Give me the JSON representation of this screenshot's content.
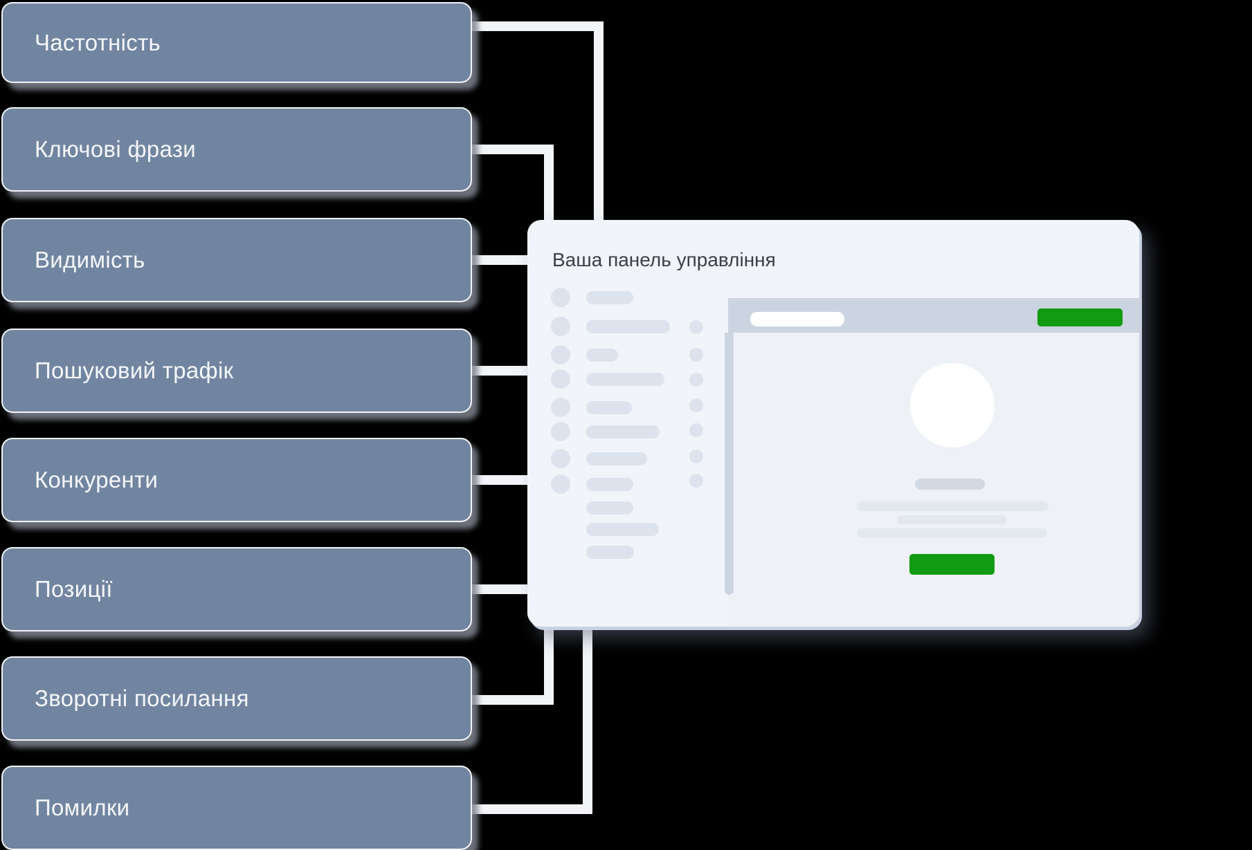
{
  "boxes": [
    {
      "label": "Частотність"
    },
    {
      "label": "Ключові фрази"
    },
    {
      "label": "Видимість"
    },
    {
      "label": "Пошуковий трафік"
    },
    {
      "label": "Конкуренти"
    },
    {
      "label": "Позиції"
    },
    {
      "label": "Зворотні посилання"
    },
    {
      "label": "Помилки"
    }
  ],
  "panel": {
    "title": "Ваша панель управління"
  },
  "colors": {
    "background": "#000000",
    "box_fill": "#7285A0",
    "box_border": "#FFFFFF",
    "box_text": "#F4F7FB",
    "connector": "#F2F4F8",
    "panel_bg": "#F1F4F8",
    "window_header": "#CDD4E1",
    "skeleton": "#DDE3EC",
    "content_bar": "#E3E8EF",
    "accent_green": "#129B12",
    "white": "#FFFFFF",
    "title_text": "#3A3F47"
  }
}
